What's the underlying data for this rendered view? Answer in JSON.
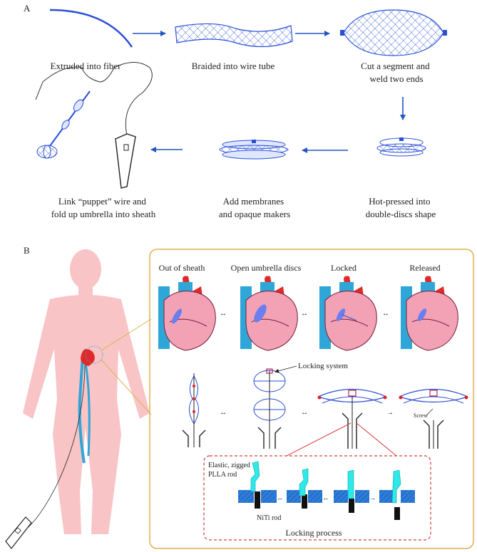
{
  "panel_a": {
    "label": "A",
    "steps": [
      {
        "lines": [
          "Extruded into fiber"
        ]
      },
      {
        "lines": [
          "Braided into wire tube"
        ]
      },
      {
        "lines": [
          "Cut a segment and",
          "weld two ends"
        ]
      },
      {
        "lines": [
          "Hot-pressed into",
          "double-discs shape"
        ]
      },
      {
        "lines": [
          "Add membranes",
          "and opaque makers"
        ]
      },
      {
        "lines": [
          "Link “puppet” wire and",
          "fold up umbrella into sheath"
        ]
      }
    ]
  },
  "panel_b": {
    "label": "B",
    "heart_stages": [
      "Out of sheath",
      "Open umbrella discs",
      "Locked",
      "Released"
    ],
    "locking_system_label": "Locking system",
    "screw_label": "Screw",
    "inset": {
      "rod_label": [
        "Elastic, zigged",
        "PLLA rod"
      ],
      "niti_label": "NiTi rod",
      "title": "Locking process"
    }
  },
  "colors": {
    "blue": "#2a4fd6",
    "arrow": "#2255c4",
    "frame": "#e0b050",
    "body": "#f8c4c6",
    "cyan": "#2fe8e8",
    "vessel": "#2fa6d8",
    "heart_red": "#e02a2a",
    "heart_pink": "#f2a2b4",
    "dashed_red": "#d83a3a"
  }
}
